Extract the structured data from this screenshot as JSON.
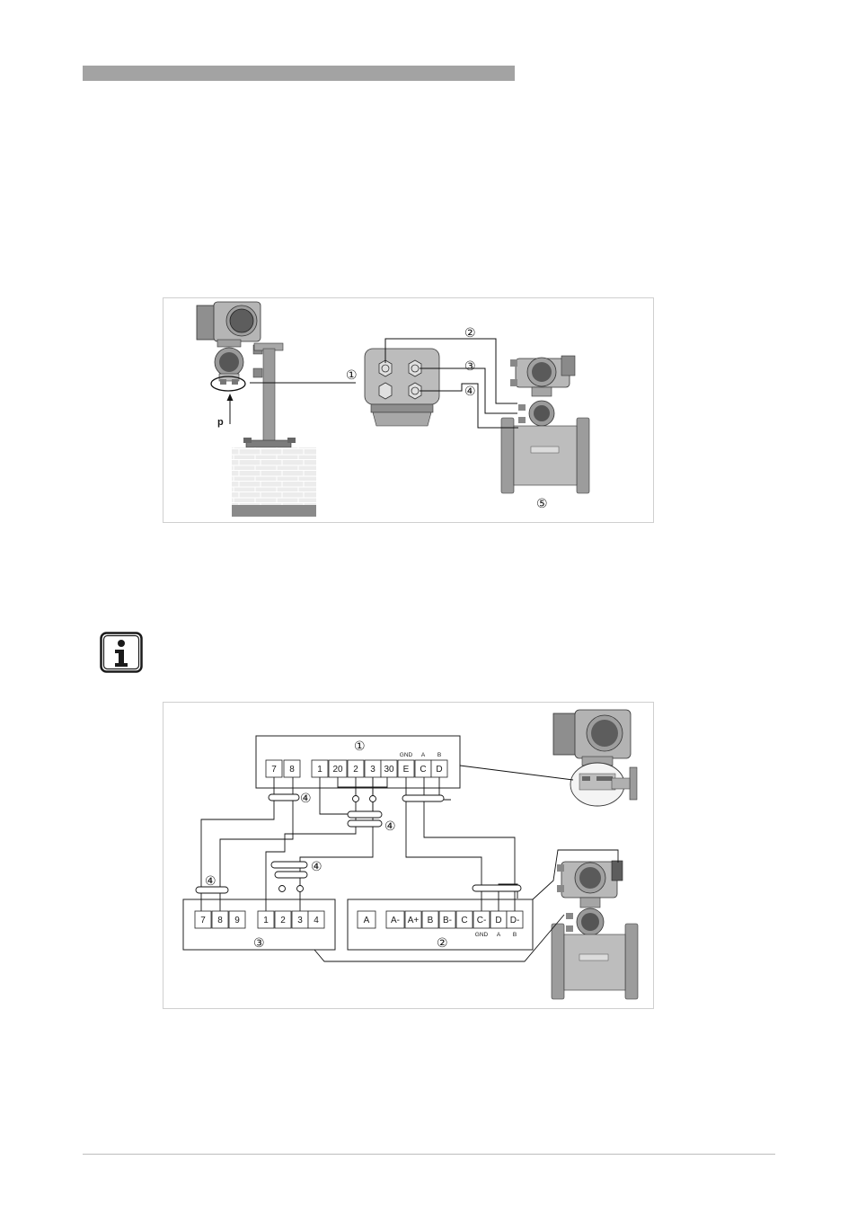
{
  "markers": {
    "m1": "①",
    "m2": "②",
    "m3": "③",
    "m4": "④",
    "m5": "⑤"
  },
  "figure1": {
    "pressure_label": "p"
  },
  "figure2": {
    "box1_terminals": [
      "7",
      "8",
      "1",
      "20",
      "2",
      "3",
      "30",
      "E",
      "C",
      "D"
    ],
    "box1_sublabels": [
      "GND",
      "A",
      "B"
    ],
    "box3_terminals": [
      "7",
      "8",
      "9",
      "1",
      "2",
      "3",
      "4"
    ],
    "box2_terminals": [
      "A",
      "A-",
      "A+",
      "B",
      "B-",
      "C",
      "C-",
      "D",
      "D-"
    ],
    "box2_sublabels": [
      "GND",
      "A",
      "B"
    ]
  },
  "icons": {
    "info": "info-icon"
  },
  "colors": {
    "header_bar": "#a3a3a3",
    "frame_border": "#cfcfcf",
    "device_dark": "#5a5a5a",
    "device_mid": "#9a9a9a",
    "device_light": "#d4d4d4"
  }
}
